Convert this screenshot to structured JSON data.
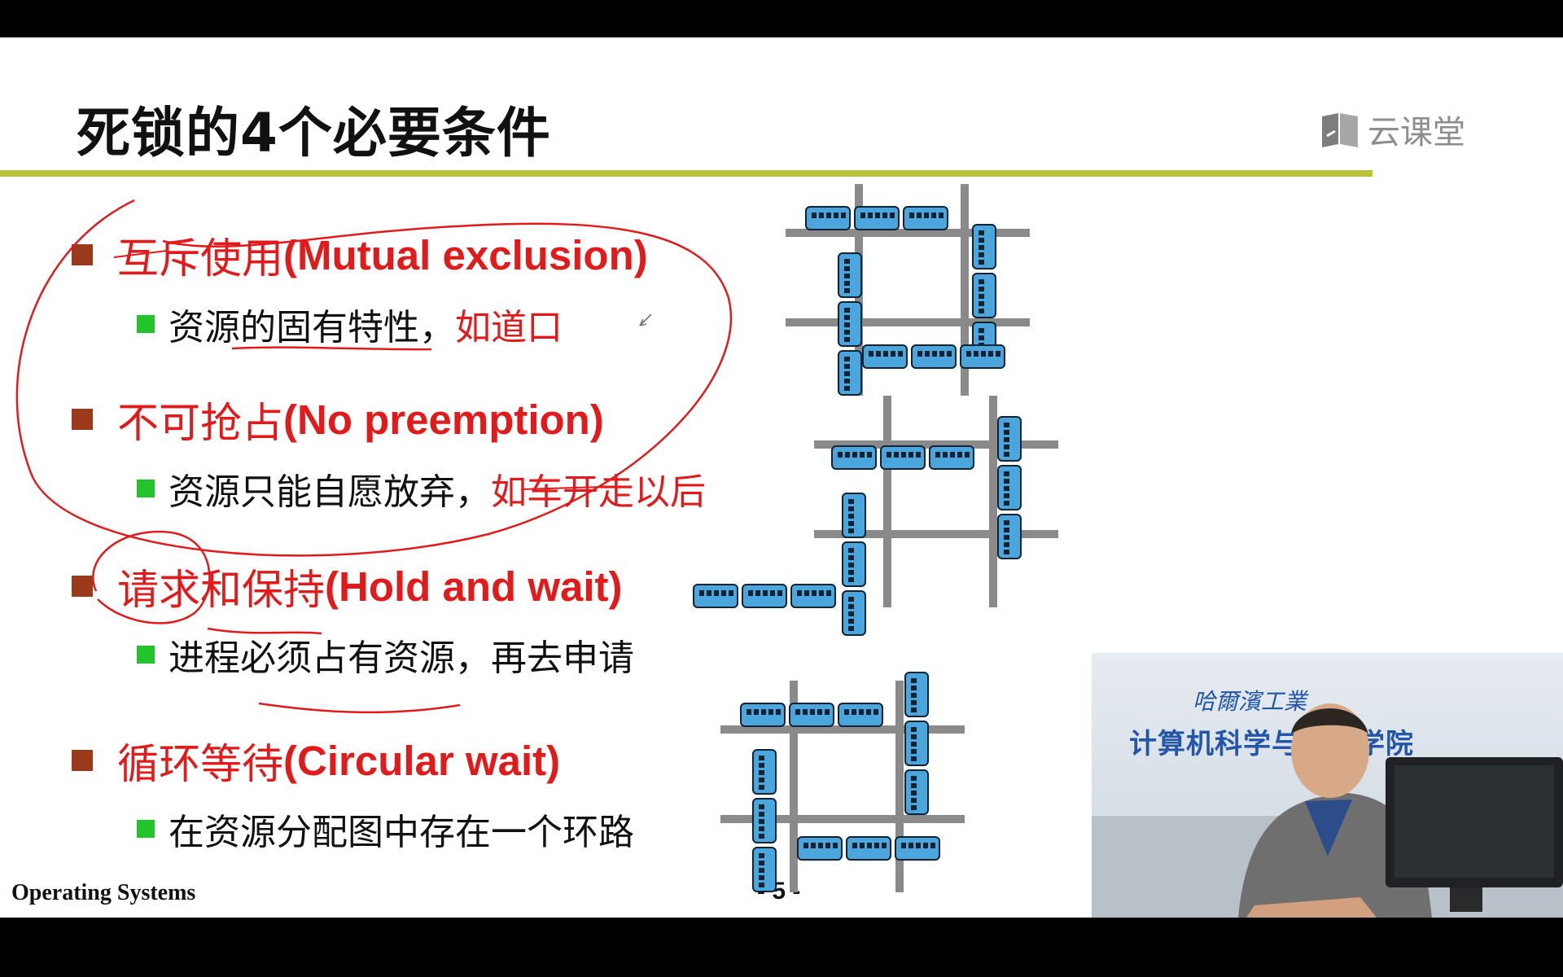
{
  "slide": {
    "title": "死锁的4个必要条件",
    "brand": "云课堂",
    "footer_left": "Operating Systems",
    "footer_page": "- 5 -"
  },
  "conditions": [
    {
      "cn": "互斥使用",
      "en": "(Mutual exclusion)",
      "desc": "资源的固有特性，",
      "desc_red": "如道口"
    },
    {
      "cn": "不可抢占",
      "en": "(No preemption)",
      "desc": "资源只能自愿放弃，",
      "desc_red": "如车开走以后"
    },
    {
      "cn": "请求和保持",
      "en": "(Hold and wait)",
      "desc": "进程必须占有资源，再去申请",
      "desc_red": ""
    },
    {
      "cn": "循环等待",
      "en": "(Circular wait)",
      "desc": "在资源分配图中存在一个环路",
      "desc_red": ""
    }
  ],
  "webcam": {
    "university": "哈爾濱工業",
    "department": "计算机科学与技术学院"
  },
  "colors": {
    "accent_red": "#e11b1b",
    "title_rule": "#b7c236",
    "bullet_square": "#9a3a1a",
    "sub_bullet": "#22c32b",
    "train_blue": "#4aa6dc"
  }
}
